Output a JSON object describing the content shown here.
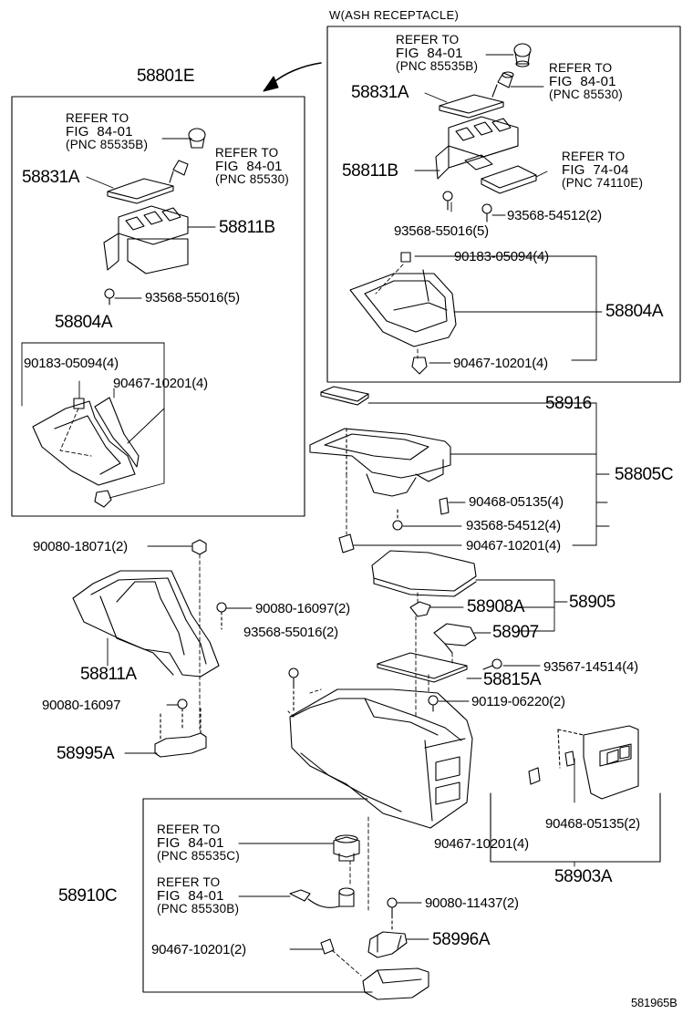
{
  "header": {
    "variant": "W(ASH RECEPTACLE)",
    "main_part": "58801E"
  },
  "references": {
    "a1": {
      "refer": "REFER TO",
      "fig": "FIG  84-01",
      "pnc": "(PNC 85535B)"
    },
    "a2": {
      "refer": "REFER TO",
      "fig": "FIG  84-01",
      "pnc": "(PNC 85530)"
    },
    "a3": {
      "refer": "REFER TO",
      "fig": "FIG  74-04",
      "pnc": "(PNC 74110E)"
    },
    "b1": {
      "refer": "REFER TO",
      "fig": "FIG  84-01",
      "pnc": "(PNC 85535B)"
    },
    "b2": {
      "refer": "REFER TO",
      "fig": "FIG  84-01",
      "pnc": "(PNC 85530)"
    },
    "c1": {
      "refer": "REFER TO",
      "fig": "FIG  84-01",
      "pnc": "(PNC 85535C)"
    },
    "c2": {
      "refer": "REFER TO",
      "fig": "FIG  84-01",
      "pnc": "(PNC 85530B)"
    }
  },
  "parts": {
    "p58831A_top": "58831A",
    "p58811B_top": "58811B",
    "p93568_55016_5_top": "93568-55016(5)",
    "p93568_54512_2_top": "93568-54512(2)",
    "p90183_05094_4_top": "90183-05094(4)",
    "p58804A_top": "58804A",
    "p90467_10201_4_top": "90467-10201(4)",
    "p58831A_left": "58831A",
    "p58811B_left": "58811B",
    "p93568_55016_5_left": "93568-55016(5)",
    "p58804A_left": "58804A",
    "p90183_05094_4_left": "90183-05094(4)",
    "p90467_10201_4_left": "90467-10201(4)",
    "p58916": "58916",
    "p58805C": "58805C",
    "p90468_05135_4": "90468-05135(4)",
    "p93568_54512_4": "93568-54512(4)",
    "p90467_10201_4_mid": "90467-10201(4)",
    "p90080_18071_2": "90080-18071(2)",
    "p90080_16097_2": "90080-16097(2)",
    "p93568_55016_2": "93568-55016(2)",
    "p58811A": "58811A",
    "p90080_16097": "90080-16097",
    "p58995A": "58995A",
    "p58908A": "58908A",
    "p58905": "58905",
    "p58907": "58907",
    "p93567_14514_4": "93567-14514(4)",
    "p58815A": "58815A",
    "p90119_06220_2": "90119-06220(2)",
    "p90468_05135_2": "90468-05135(2)",
    "p90467_10201_4_bot": "90467-10201(4)",
    "p58903A": "58903A",
    "p58910C": "58910C",
    "p90080_11437_2": "90080-11437(2)",
    "p58996A": "58996A",
    "p90467_10201_2": "90467-10201(2)"
  },
  "footer": {
    "code": "581965B"
  }
}
